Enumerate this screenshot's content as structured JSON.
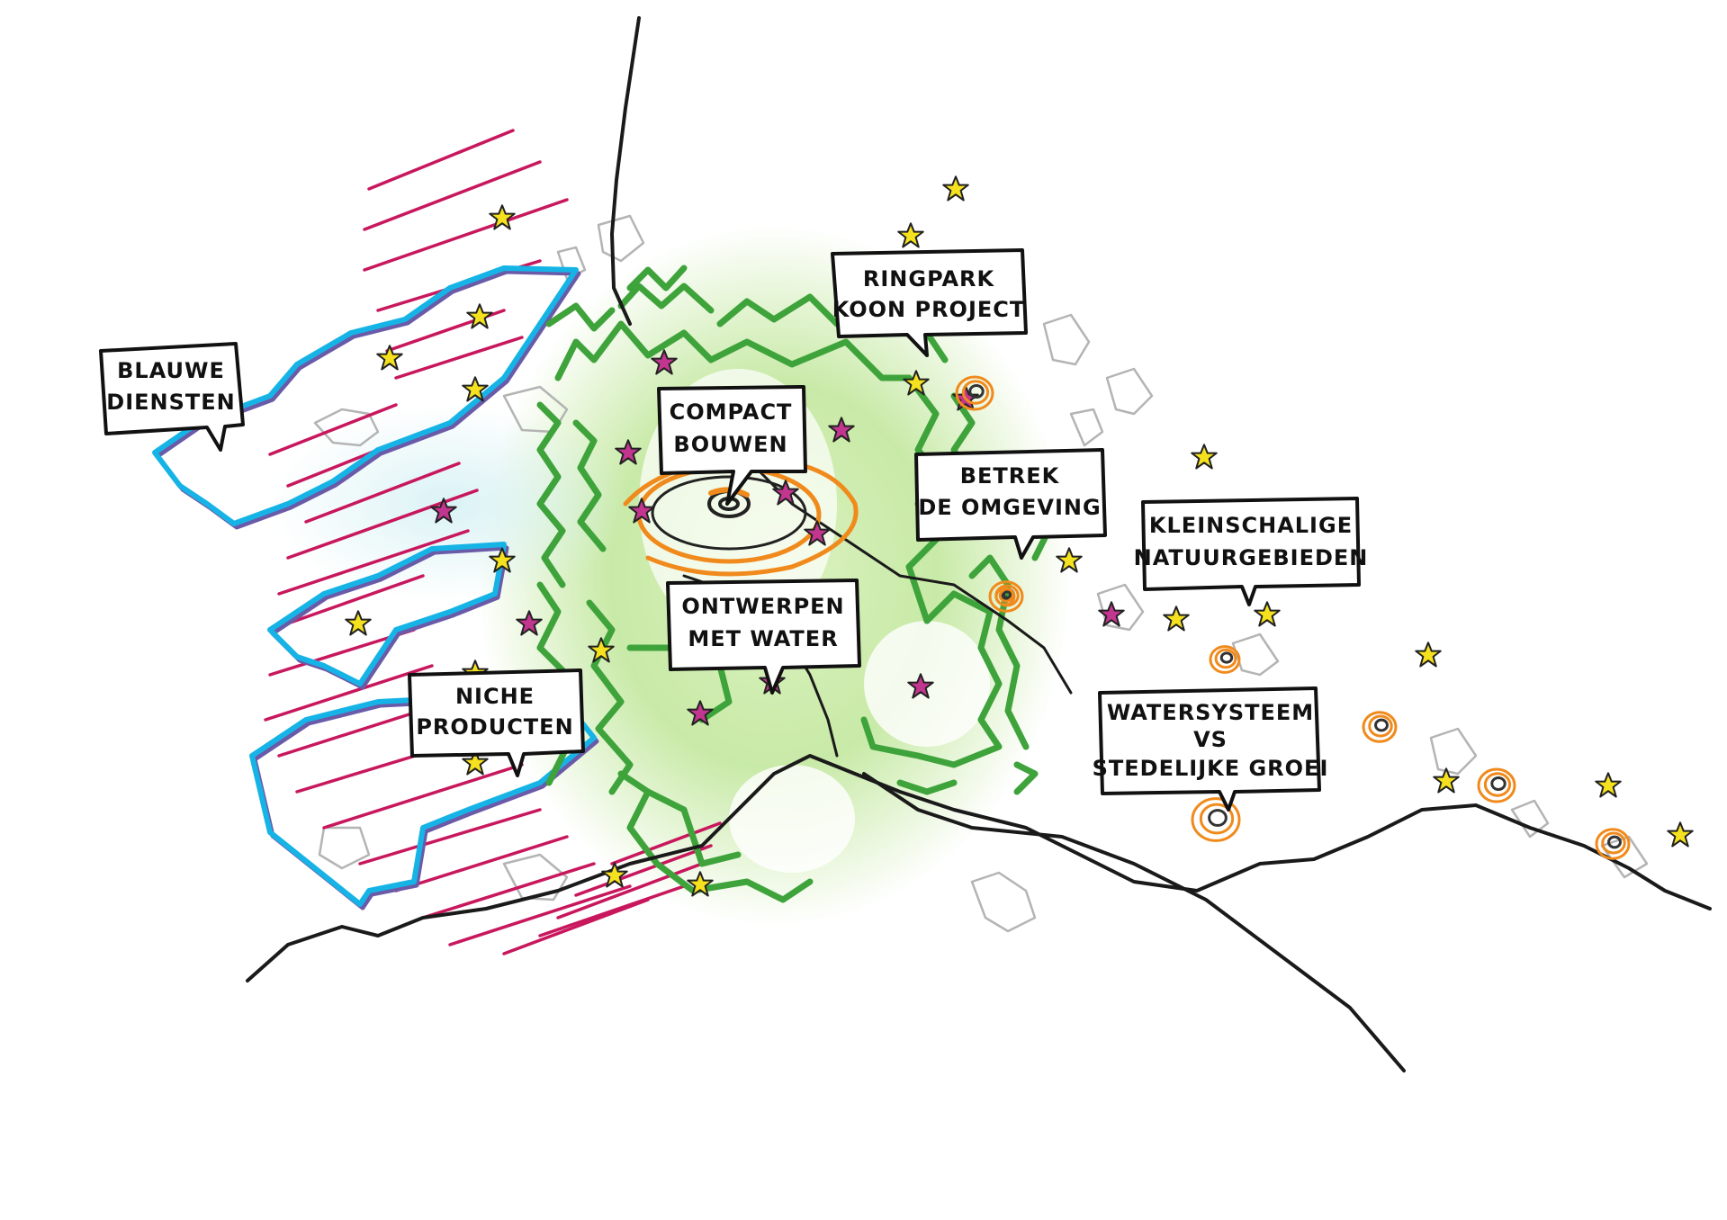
{
  "colors": {
    "rail": "#1a1a1a",
    "blue_border": "#16b4e6",
    "blue_shadow": "#6a5aa8",
    "magenta_hatch": "#c8175d",
    "green_border": "#3fa33b",
    "green_glow": "#b6e38a",
    "star_yellow": "#f5e11e",
    "star_magenta": "#c2368f",
    "swirl_orange": "#f08a1c",
    "settlement_gray": "#b4b4b4"
  },
  "callouts": [
    {
      "id": "blauwe-diensten",
      "lines": [
        "BLAUWE",
        "DIENSTEN"
      ]
    },
    {
      "id": "compact-bouwen",
      "lines": [
        "COMPACT",
        "BOUWEN"
      ]
    },
    {
      "id": "ringpark",
      "lines": [
        "RINGPARK",
        "KOON PROJECT"
      ]
    },
    {
      "id": "betrek-omgeving",
      "lines": [
        "BETREK",
        "DE OMGEVING"
      ]
    },
    {
      "id": "kleinschalige",
      "lines": [
        "KLEINSCHALIGE",
        "NATUURGEBIEDEN"
      ]
    },
    {
      "id": "ontwerpen-water",
      "lines": [
        "ONTWERPEN",
        "MET WATER"
      ]
    },
    {
      "id": "niche-producten",
      "lines": [
        "NICHE",
        "PRODUCTEN"
      ]
    },
    {
      "id": "watersysteem",
      "lines": [
        "WATERSYSTEEM",
        "VS",
        "STEDELIJKE GROEI"
      ]
    }
  ],
  "icons": {
    "star": "star-icon",
    "swirl": "swirl-icon"
  }
}
